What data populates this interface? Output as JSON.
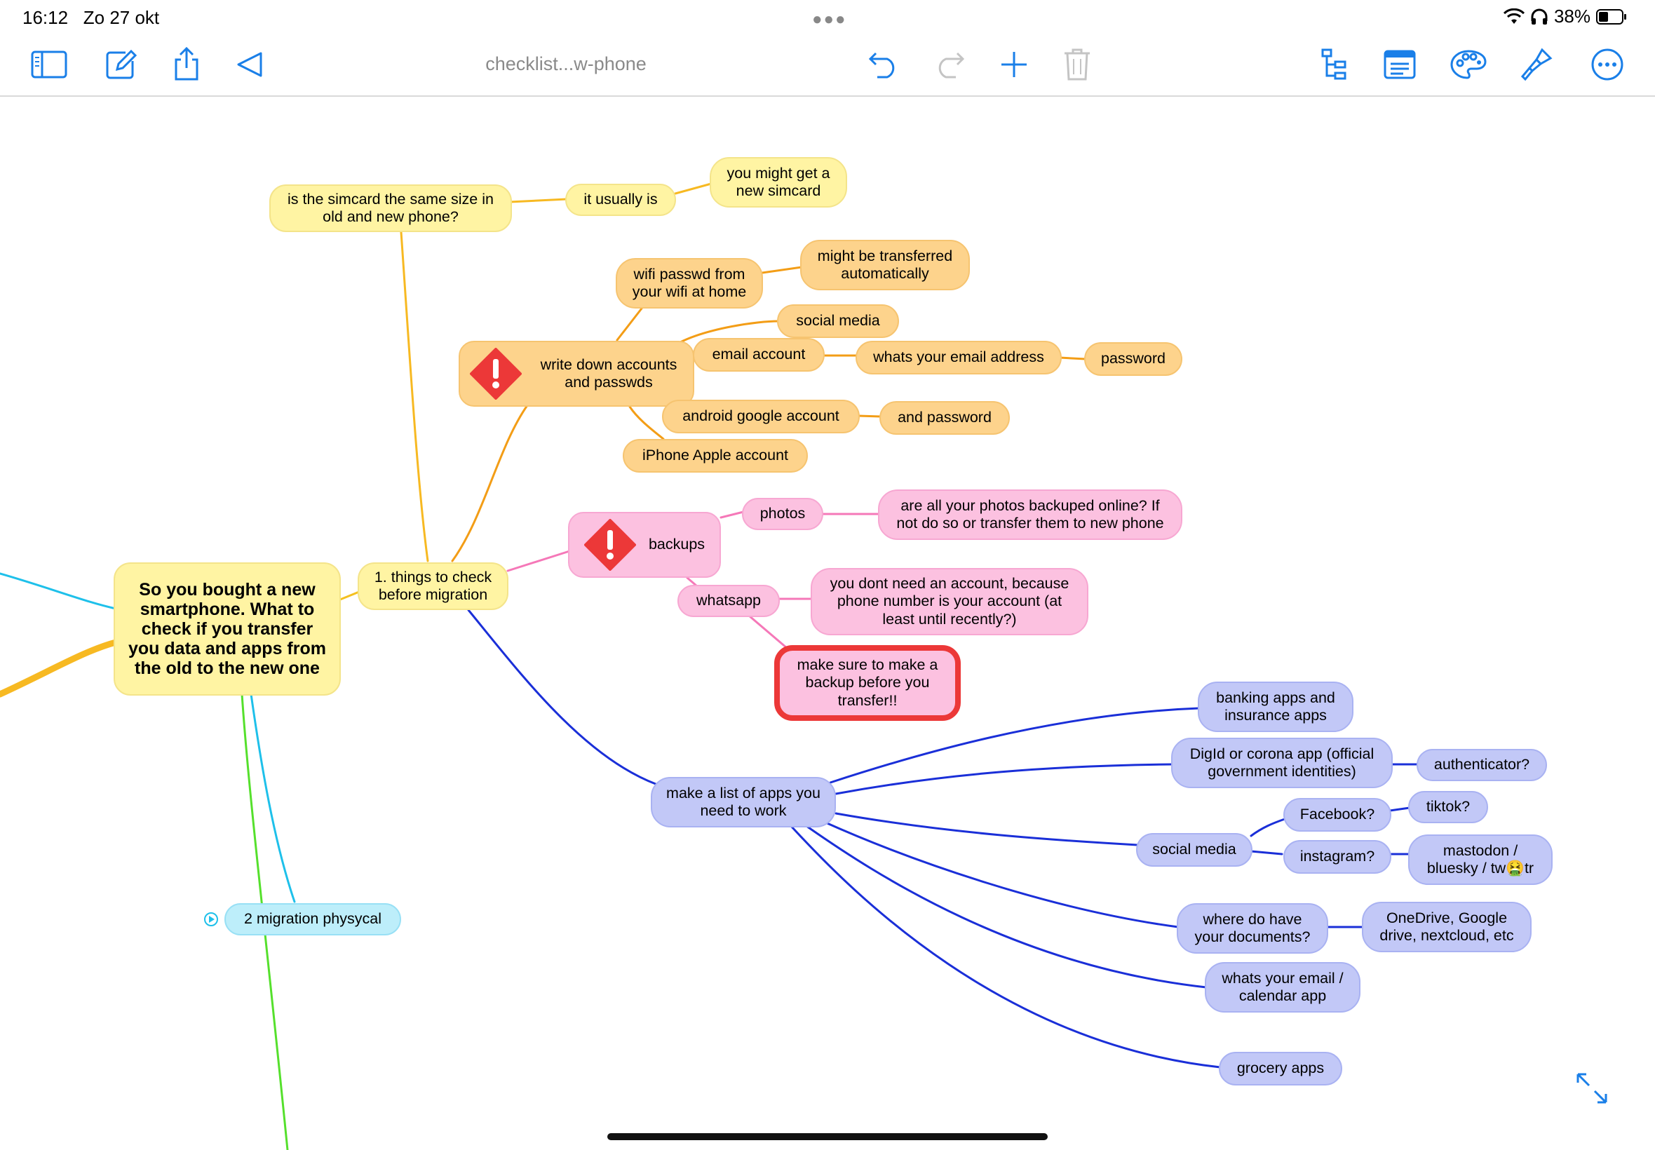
{
  "status": {
    "time": "16:12",
    "date": "Zo 27 okt",
    "battery": "38%"
  },
  "toolbar": {
    "doc_title": "checklist...w-phone",
    "icons": [
      "sidebar-icon",
      "edit-icon",
      "share-icon",
      "back-icon",
      "undo-icon",
      "redo-icon",
      "add-icon",
      "trash-icon",
      "outline-icon",
      "notes-icon",
      "palette-icon",
      "brush-icon",
      "more-icon"
    ]
  },
  "colors": {
    "accent": "#1a7fe8",
    "yellow": "#fff4a3",
    "orange": "#fdd38c",
    "pink": "#fcc1e0",
    "blue": "#c2c8f7",
    "cyan": "#bdeefa",
    "alert": "#ec3838"
  },
  "nodes": {
    "root": "So you bought a new smartphone. What to check if you transfer you data and apps from the old to the new one",
    "things": "1. things to check before migration",
    "simcard": "is the simcard the same size in old and new phone?",
    "usually": "it usually is",
    "newsim": "you might get a new simcard",
    "write": "write down accounts and passwds",
    "wifi": "wifi passwd from your wifi at home",
    "transferred": "might be transferred automatically",
    "social": "social media",
    "email": "email account",
    "emailaddr": "whats your email address",
    "password": "password",
    "android": "android google account",
    "andpass": "and password",
    "apple": "iPhone Apple account",
    "backups": "backups",
    "photos": "photos",
    "photosq": "are all your photos backuped online? If not do so or transfer them to new phone",
    "whatsapp": "whatsapp",
    "noacct": "you dont need an account, because phone number is your account (at least until recently?)",
    "makebackup": "make sure to make a backup before you transfer!!",
    "applist": "make a list of apps you need to work",
    "banking": "banking apps and insurance apps",
    "digid": "DigId or corona app (official government identities)",
    "auth": "authenticator?",
    "social2": "social media",
    "facebook": "Facebook?",
    "tiktok": "tiktok?",
    "instagram": "instagram?",
    "mastodon": "mastodon / bluesky / tw🤮tr",
    "docs": "where do have your documents?",
    "onedrive": "OneDrive, Google drive, nextcloud, etc",
    "calendar": "whats your email / calendar app",
    "grocery": "grocery apps",
    "migration": "2 migration physycal"
  }
}
